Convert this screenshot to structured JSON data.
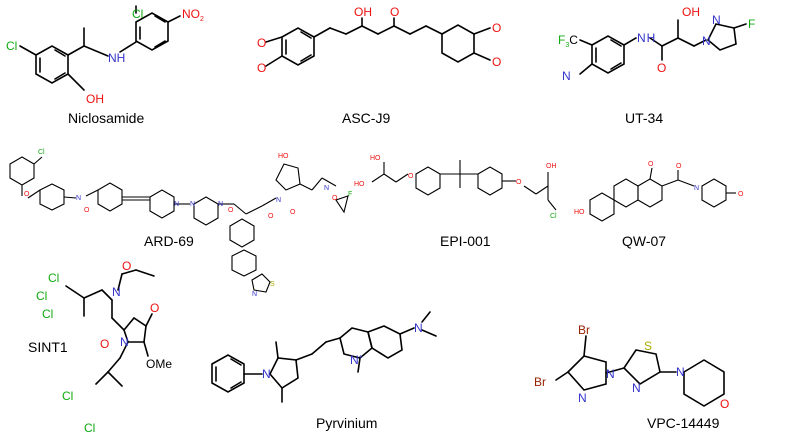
{
  "colors": {
    "carbon": "#000000",
    "nitrogen": "#3333cc",
    "oxygen": "#ee1111",
    "chlorine": "#11aa11",
    "sulfur": "#aaaa00",
    "bromine": "#992200"
  },
  "compounds": [
    {
      "name": "Niclosamide",
      "atoms": {
        "cl1": "Cl",
        "cl2": "Cl",
        "nh": "NH",
        "no2": "NO",
        "no2sub": "2",
        "oh": "OH"
      }
    },
    {
      "name": "ASC-J9",
      "atoms": {
        "oh": "OH",
        "o": "O",
        "o1": "O",
        "o2": "O",
        "o3": "O",
        "o4": "O"
      }
    },
    {
      "name": "UT-34",
      "atoms": {
        "f3c": "F",
        "f3sub": "3",
        "f3c2": "C",
        "cn": "N",
        "nh": "N",
        "nhh": "H",
        "oh": "OH",
        "o": "O",
        "n1": "N",
        "n2": "N",
        "f": "F"
      }
    },
    {
      "name": "ARD-69",
      "atoms": {
        "cl": "Cl",
        "o1": "O",
        "nh": "N",
        "o2": "O",
        "n1": "N",
        "n2": "N",
        "n3": "N",
        "o3": "O",
        "ho": "HO",
        "o4": "O",
        "n4": "N",
        "o5": "O",
        "nh2": "N",
        "o6": "O",
        "f": "F",
        "s": "S",
        "n5": "N"
      }
    },
    {
      "name": "EPI-001",
      "atoms": {
        "ho1": "HO",
        "ho2": "HO",
        "o1": "O",
        "o2": "O",
        "oh": "OH",
        "cl": "Cl"
      }
    },
    {
      "name": "QW-07",
      "atoms": {
        "o1": "O",
        "o2": "O",
        "nh": "N",
        "ho": "HO",
        "o3": "O"
      }
    },
    {
      "name": "SINT1",
      "atoms": {
        "cl1": "Cl",
        "cl2": "Cl",
        "cl3": "Cl",
        "o1": "O",
        "nh": "N",
        "o2": "O",
        "n": "N",
        "o3": "O",
        "ome": "OMe",
        "cl4": "Cl",
        "cl5": "Cl"
      }
    },
    {
      "name": "Pyrvinium",
      "atoms": {
        "n1": "N",
        "n2": "N",
        "nplus": "+",
        "n3": "N"
      }
    },
    {
      "name": "VPC-14449",
      "atoms": {
        "br1": "Br",
        "br2": "Br",
        "n1": "N",
        "n2": "N",
        "s": "S",
        "n3": "N",
        "n4": "N",
        "o": "O"
      }
    }
  ]
}
